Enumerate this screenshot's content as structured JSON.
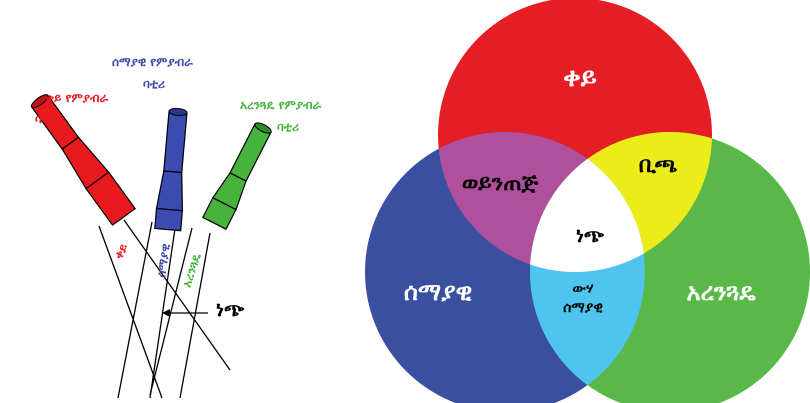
{
  "flashlights": [
    {
      "top_label": "ቀይ የምያብራ",
      "sub_label": "ባቲሪ",
      "beam_label": "ቀይ",
      "color": "#e8191f",
      "label_color": "#e8191f"
    },
    {
      "top_label": "ሰማያዊ የምያብራ",
      "sub_label": "ባቲሪ",
      "beam_label": "ሰማያዊ",
      "color": "#3b4bb0",
      "label_color": "#3b4bb0"
    },
    {
      "top_label": "አረንጓዴ የምያብራ",
      "sub_label": "ባቲሪ",
      "beam_label": "አረንጓዴ",
      "color": "#46b33c",
      "label_color": "#46b33c"
    }
  ],
  "beam_mix_label": "ነጭ",
  "venn": {
    "red": {
      "label": "ቀይ",
      "color": "#e51e25"
    },
    "blue": {
      "label": "ሰማያዊ",
      "color": "#3b4fa0"
    },
    "green": {
      "label": "አረንጓዴ",
      "color": "#59b848"
    },
    "red_blue": {
      "label": "ወይንጠጅ",
      "color": "#b04f9c"
    },
    "red_green": {
      "label": "ቢጫ",
      "color": "#ecec1a"
    },
    "blue_green": {
      "label_line1": "ውሃ",
      "label_line2": "ሰማያዊ",
      "color": "#4fc4ee"
    },
    "center": {
      "label": "ነጭ",
      "color": "#ffffff"
    }
  }
}
